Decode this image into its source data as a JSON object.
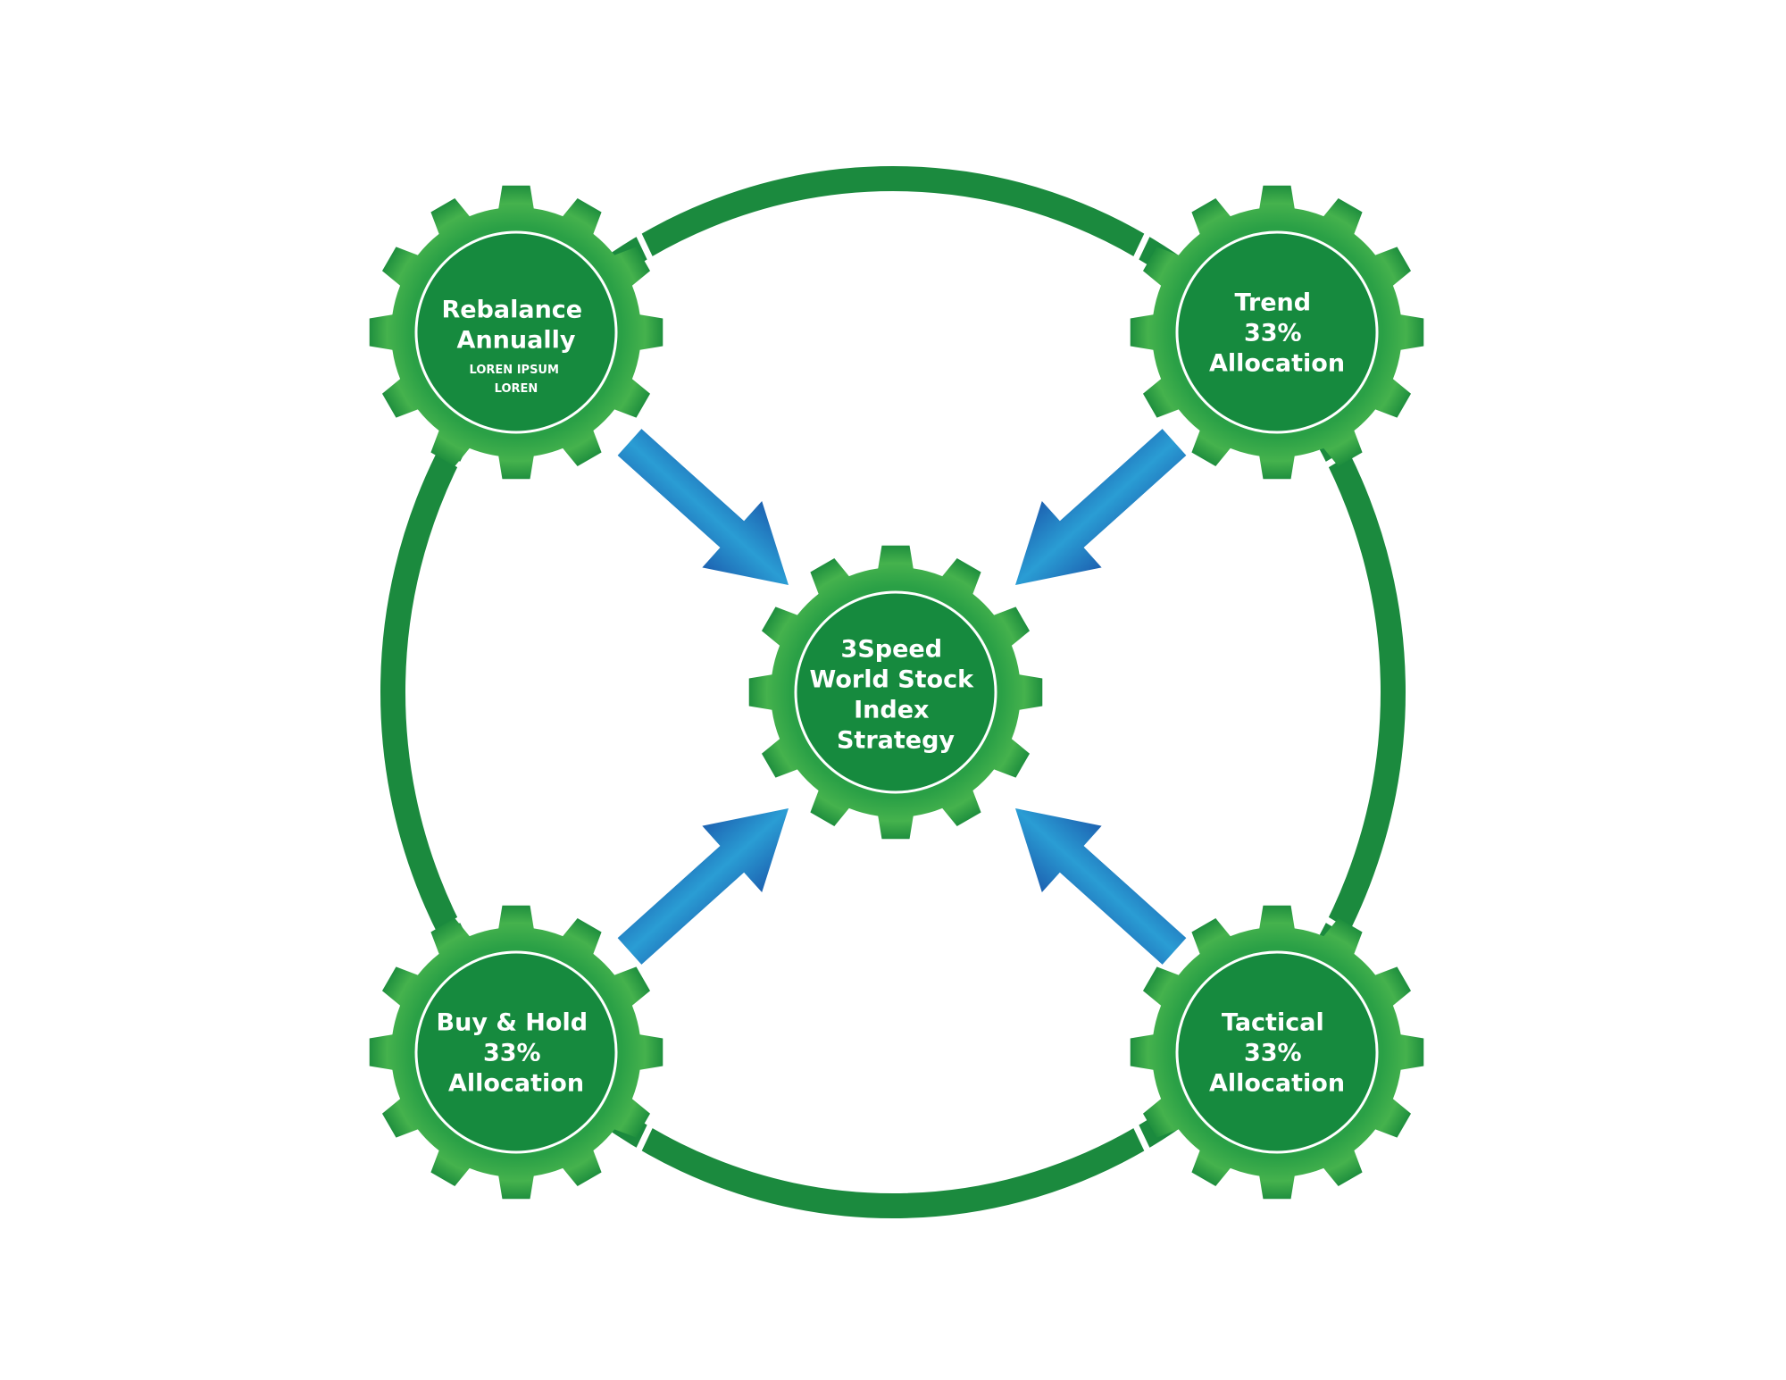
{
  "colors": {
    "background": "#ffffff",
    "ring": "#1b8a3e",
    "gear_edge": "#1c8b3c",
    "gear_mid": "#2aa046",
    "gear_highlight": "#45b24d",
    "inner_disc": "#168a3e",
    "inner_outline": "#ffffff",
    "arrow_dark": "#1d62b1",
    "arrow_light": "#2a9dd4",
    "label_text": "#ffffff"
  },
  "gears": {
    "top_left": {
      "icon": "gear-icon",
      "lines": [
        "Rebalance",
        "Annually"
      ],
      "sub_lines": [
        "LOREN IPSUM",
        "LOREN"
      ]
    },
    "top_right": {
      "icon": "gear-icon",
      "lines": [
        "Trend",
        "33%",
        "Allocation"
      ]
    },
    "center": {
      "icon": "gear-icon",
      "lines": [
        "3Speed",
        "World Stock",
        "Index",
        "Strategy"
      ]
    },
    "bottom_left": {
      "icon": "gear-icon",
      "lines": [
        "Buy & Hold",
        "33%",
        "Allocation"
      ]
    },
    "bottom_right": {
      "icon": "gear-icon",
      "lines": [
        "Tactical",
        "33%",
        "Allocation"
      ]
    }
  },
  "arrows": [
    {
      "name": "arrow-top-left-to-center",
      "icon": "arrow-icon"
    },
    {
      "name": "arrow-top-right-to-center",
      "icon": "arrow-icon"
    },
    {
      "name": "arrow-bottom-left-to-center",
      "icon": "arrow-icon"
    },
    {
      "name": "arrow-bottom-right-to-center",
      "icon": "arrow-icon"
    }
  ]
}
